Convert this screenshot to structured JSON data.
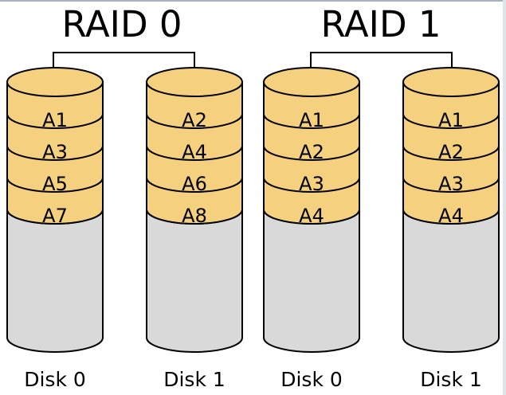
{
  "colors": {
    "block_fill": "#f4d07f",
    "empty_fill": "#d9d9d9",
    "stroke": "#000000"
  },
  "arrays": [
    {
      "title": "RAID 0",
      "disks": [
        {
          "label": "Disk 0",
          "blocks": [
            "A1",
            "A3",
            "A5",
            "A7"
          ]
        },
        {
          "label": "Disk 1",
          "blocks": [
            "A2",
            "A4",
            "A6",
            "A8"
          ]
        }
      ]
    },
    {
      "title": "RAID 1",
      "disks": [
        {
          "label": "Disk 0",
          "blocks": [
            "A1",
            "A2",
            "A3",
            "A4"
          ]
        },
        {
          "label": "Disk 1",
          "blocks": [
            "A1",
            "A2",
            "A3",
            "A4"
          ]
        }
      ]
    }
  ]
}
